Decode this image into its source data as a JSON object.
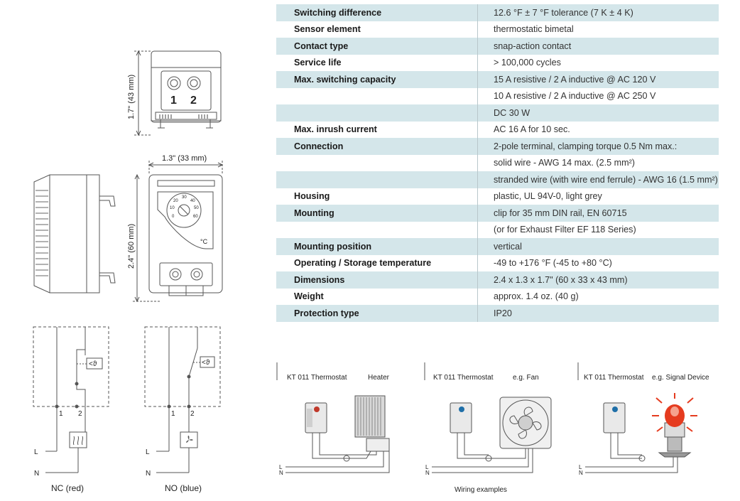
{
  "specs": [
    {
      "key": "Switching difference",
      "value": "12.6 °F ± 7 °F tolerance (7 K ± 4 K)"
    },
    {
      "key": "Sensor element",
      "value": "thermostatic bimetal"
    },
    {
      "key": "Contact type",
      "value": "snap-action contact"
    },
    {
      "key": "Service life",
      "value": "> 100,000 cycles"
    },
    {
      "key": "Max. switching capacity",
      "value": "15 A resistive / 2 A inductive @ AC 120 V"
    },
    {
      "key": "",
      "value": "10 A resistive / 2 A inductive @ AC 250 V"
    },
    {
      "key": "",
      "value": "DC 30 W"
    },
    {
      "key": "Max. inrush current",
      "value": "AC 16 A for 10 sec."
    },
    {
      "key": "Connection",
      "value": "2-pole terminal, clamping torque 0.5 Nm max.:"
    },
    {
      "key": "",
      "value": "solid wire - AWG 14 max. (2.5 mm²)"
    },
    {
      "key": "",
      "value": "stranded wire (with wire end ferrule) - AWG 16 (1.5 mm²)"
    },
    {
      "key": "Housing",
      "value": "plastic, UL 94V-0, light grey"
    },
    {
      "key": "Mounting",
      "value": "clip for 35 mm DIN rail, EN 60715"
    },
    {
      "key": "",
      "value": "(or for Exhaust Filter EF 118 Series)"
    },
    {
      "key": "Mounting position",
      "value": "vertical"
    },
    {
      "key": "Operating / Storage temperature",
      "value": "-49 to +176 °F (-45 to +80 °C)"
    },
    {
      "key": "Dimensions",
      "value": "2.4 x 1.3 x 1.7\" (60 x 33 x 43 mm)"
    },
    {
      "key": "Weight",
      "value": "approx. 1.4 oz. (40 g)"
    },
    {
      "key": "Protection type",
      "value": "IP20"
    }
  ],
  "drawing": {
    "dim_height_top": "1.7\" (43 mm)",
    "dim_width": "1.3\" (33 mm)",
    "dim_height_front": "2.4\" (60 mm)",
    "terminal_1": "1",
    "terminal_2": "2",
    "dial_20": "20",
    "dial_30": "30",
    "dial_40": "40",
    "dial_10": "10",
    "dial_50": "50",
    "dial_0": "0",
    "dial_60": "60",
    "unit": "°C"
  },
  "schematics": {
    "sym": "<ϑ",
    "pin1": "1",
    "pin2": "2",
    "line_L": "L",
    "line_N": "N",
    "nc_label": "NC (red)",
    "no_label": "NO (blue)"
  },
  "wiring": {
    "ex1_thermostat": "KT 011 Thermostat",
    "ex1_device": "Heater",
    "ex2_thermostat": "KT 011 Thermostat",
    "ex2_device": "e.g. Fan",
    "ex3_thermostat": "KT 011 Thermostat",
    "ex3_device": "e.g. Signal Device",
    "L": "L",
    "N": "N",
    "caption": "Wiring examples"
  },
  "colors": {
    "row_tint": "#d4e6ea",
    "nc_dot": "#c0392b",
    "no_dot": "#1f6fa8",
    "signal": "#e53b1f"
  }
}
